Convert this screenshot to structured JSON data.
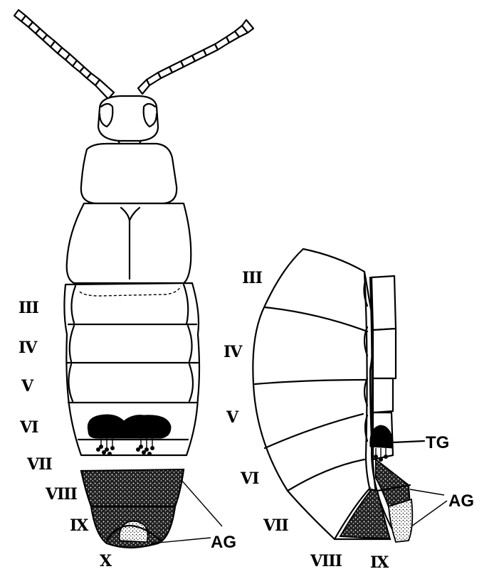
{
  "dorsal_labels": {
    "s3": "III",
    "s4": "IV",
    "s5": "V",
    "s6": "VI",
    "s7": "VII",
    "s8": "VIII",
    "s9": "IX",
    "s10": "X",
    "ag": "AG"
  },
  "lateral_labels": {
    "s3": "III",
    "s4": "IV",
    "s5": "V",
    "s6": "VI",
    "s7": "VII",
    "s8": "VIII",
    "s9": "IX",
    "tg": "TG",
    "ag": "AG"
  },
  "colors": {
    "ink": "#000000",
    "paper": "#ffffff"
  }
}
